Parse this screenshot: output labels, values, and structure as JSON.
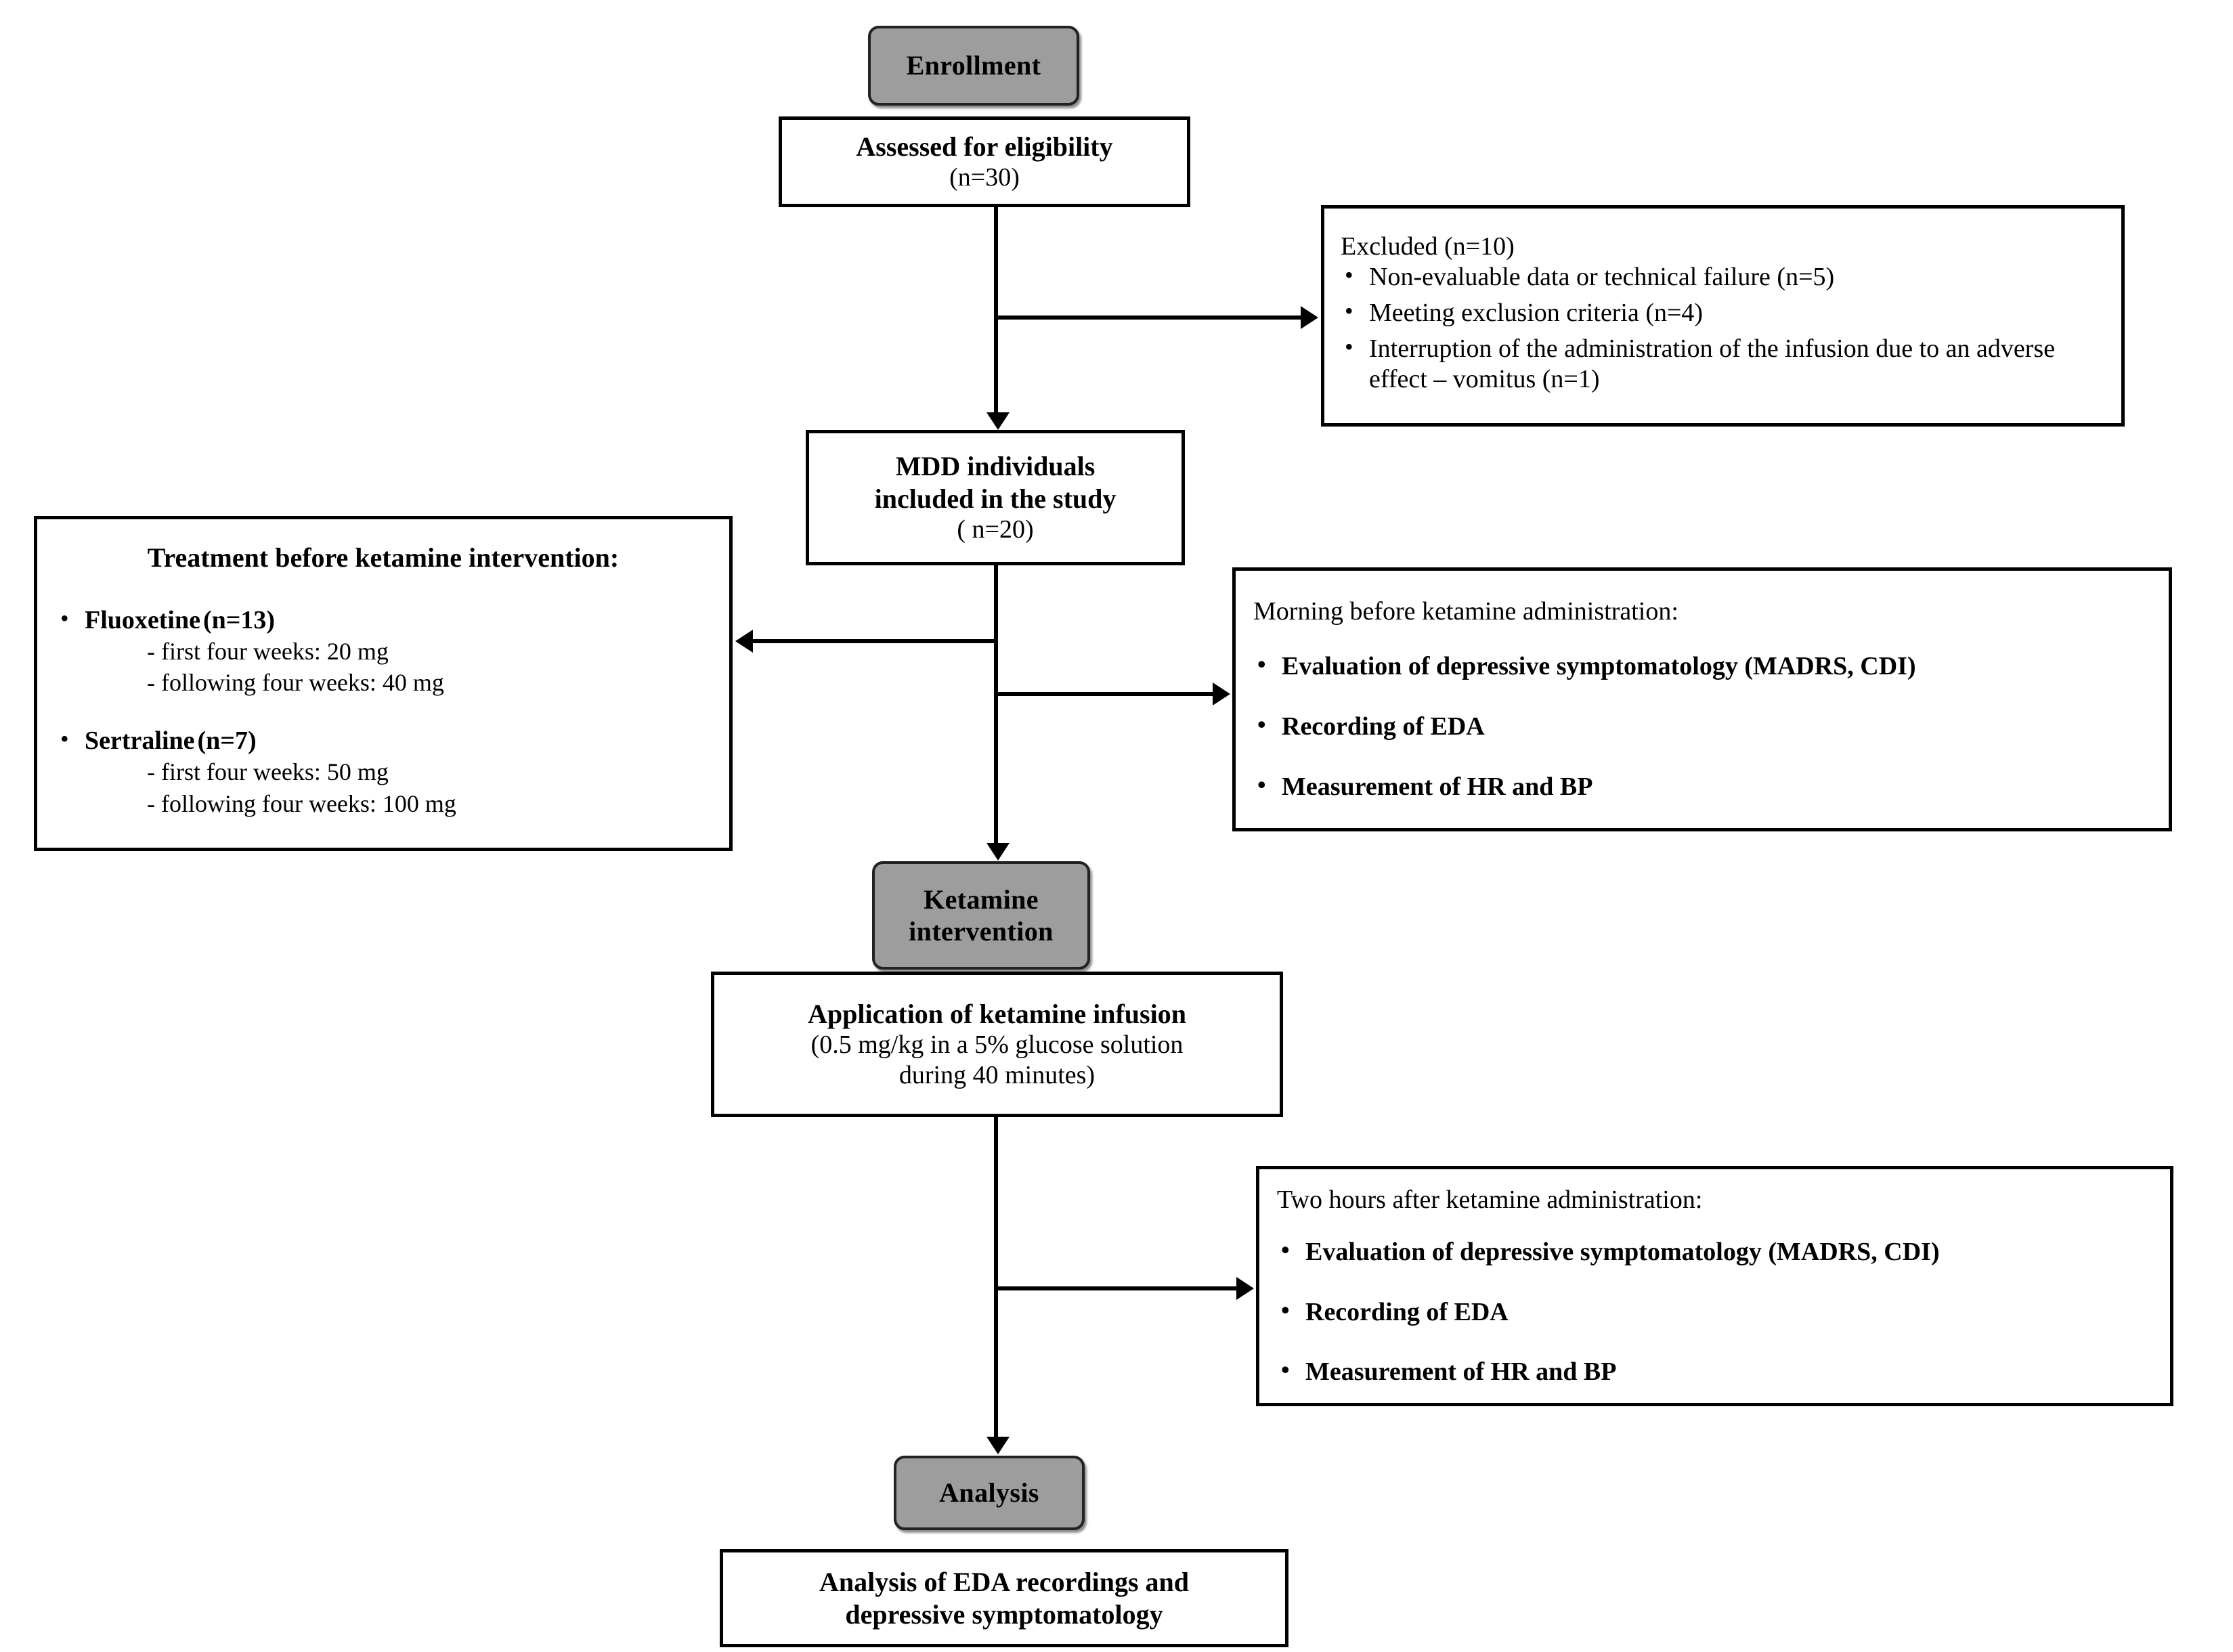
{
  "diagram": {
    "title": "CONSORT-style study flow diagram",
    "stages": {
      "enrollment": "Enrollment",
      "ketamine_intervention_line1": "Ketamine",
      "ketamine_intervention_line2": "intervention",
      "analysis": "Analysis"
    },
    "nodes": {
      "assessed": {
        "line1": "Assessed for eligibility",
        "line2": "(n=30)"
      },
      "excluded": {
        "header": "Excluded (n=10)",
        "bullets": [
          "Non-evaluable data or technical failure (n=5)",
          "Meeting exclusion criteria (n=4)",
          "Interruption of the administration of the infusion due to an adverse effect – vomitus (n=1)"
        ]
      },
      "included": {
        "line1": "MDD individuals",
        "line2": "included in the study",
        "line3": "( n=20)"
      },
      "treatment": {
        "header": "Treatment before ketamine intervention:",
        "drugs": [
          {
            "name": "Fluoxetine",
            "count": "(n=13)",
            "doses": [
              "- first four weeks: 20 mg",
              "- following four weeks: 40 mg"
            ]
          },
          {
            "name": "Sertraline",
            "count": "(n=7)",
            "doses": [
              "- first four weeks: 50 mg",
              "- following four weeks: 100 mg"
            ]
          }
        ]
      },
      "morning_assessment": {
        "header": "Morning before ketamine administration:",
        "bullets": [
          "Evaluation of depressive symptomatology (MADRS, CDI)",
          "Recording of EDA",
          "Measurement of HR and BP"
        ]
      },
      "infusion": {
        "line1": "Application of ketamine infusion",
        "line2": "(0.5 mg/kg in a 5% glucose solution",
        "line3": "during 40 minutes)"
      },
      "post_assessment": {
        "header": "Two hours after ketamine administration:",
        "bullets": [
          "Evaluation of depressive symptomatology (MADRS, CDI)",
          "Recording of EDA",
          "Measurement of HR and BP"
        ]
      },
      "final_analysis": {
        "line1": "Analysis of EDA recordings and",
        "line2": "depressive symptomatology"
      }
    },
    "colors": {
      "stage_fill": "#9d9d9d",
      "box_fill": "#ffffff",
      "stroke": "#000000",
      "text": "#000000"
    }
  }
}
